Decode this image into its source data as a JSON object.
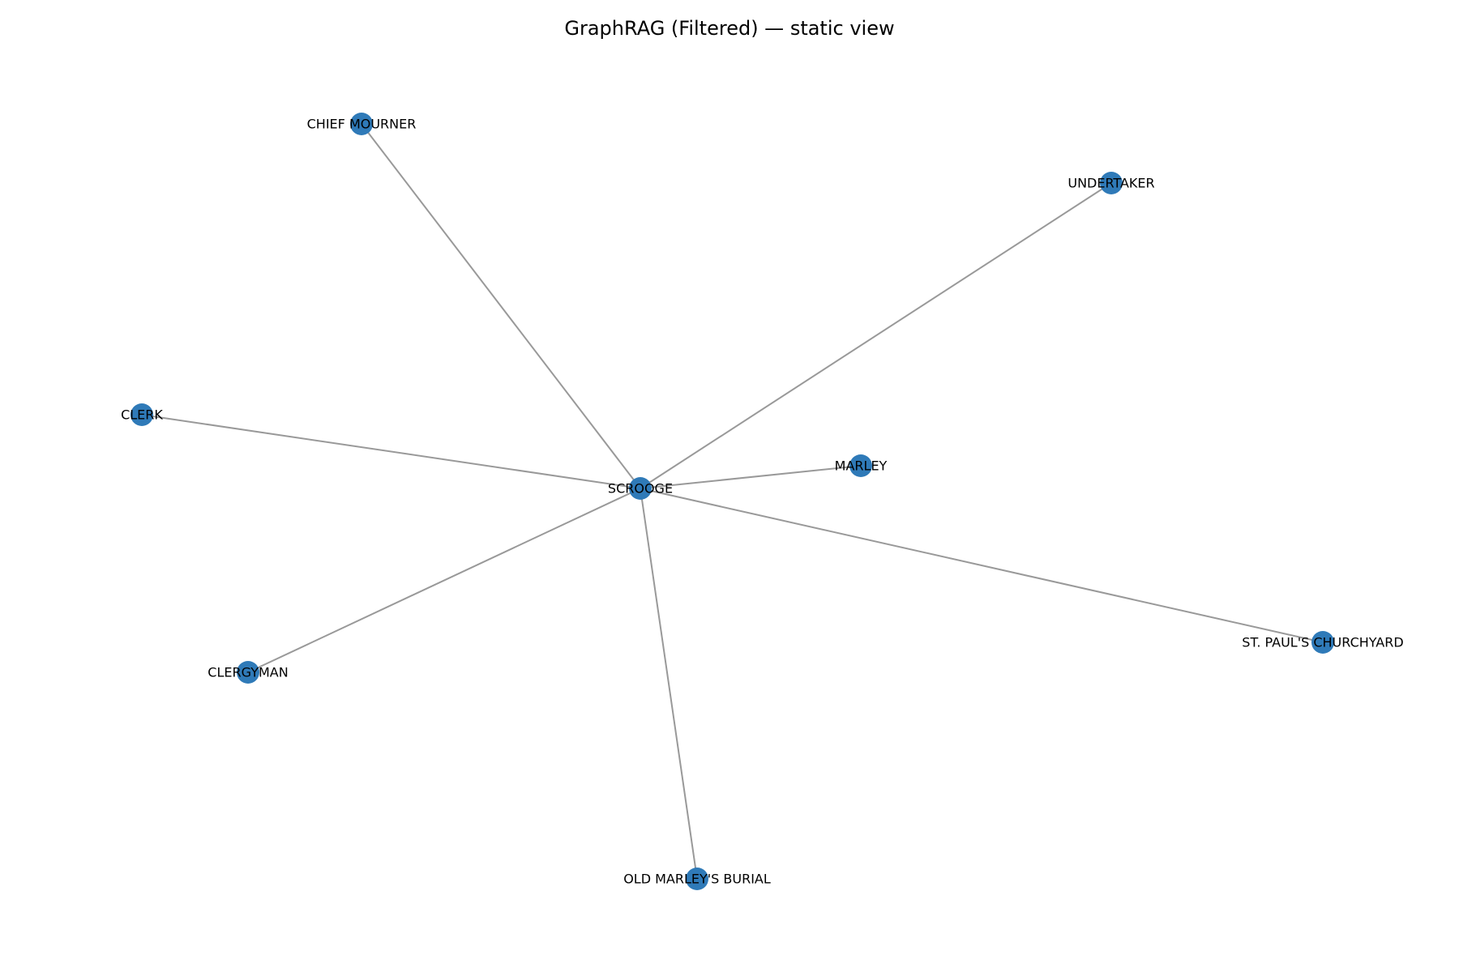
{
  "title": "GraphRAG (Filtered) — static view",
  "colors": {
    "node": "#2f7ab8",
    "edge": "#999999",
    "label": "#000000",
    "background": "#ffffff"
  },
  "nodes": [
    {
      "id": "scrooge",
      "label": "SCROOGE"
    },
    {
      "id": "chief_mourner",
      "label": "CHIEF MOURNER"
    },
    {
      "id": "undertaker",
      "label": "UNDERTAKER"
    },
    {
      "id": "clerk",
      "label": "CLERK"
    },
    {
      "id": "marley",
      "label": "MARLEY"
    },
    {
      "id": "st_pauls",
      "label": "ST. PAUL'S CHURCHYARD"
    },
    {
      "id": "clergyman",
      "label": "CLERGYMAN"
    },
    {
      "id": "old_marleys_burial",
      "label": "OLD MARLEY'S BURIAL"
    }
  ],
  "edges": [
    {
      "source": "scrooge",
      "target": "chief_mourner"
    },
    {
      "source": "scrooge",
      "target": "undertaker"
    },
    {
      "source": "scrooge",
      "target": "clerk"
    },
    {
      "source": "scrooge",
      "target": "marley"
    },
    {
      "source": "scrooge",
      "target": "st_pauls"
    },
    {
      "source": "scrooge",
      "target": "clergyman"
    },
    {
      "source": "scrooge",
      "target": "old_marleys_burial"
    }
  ]
}
